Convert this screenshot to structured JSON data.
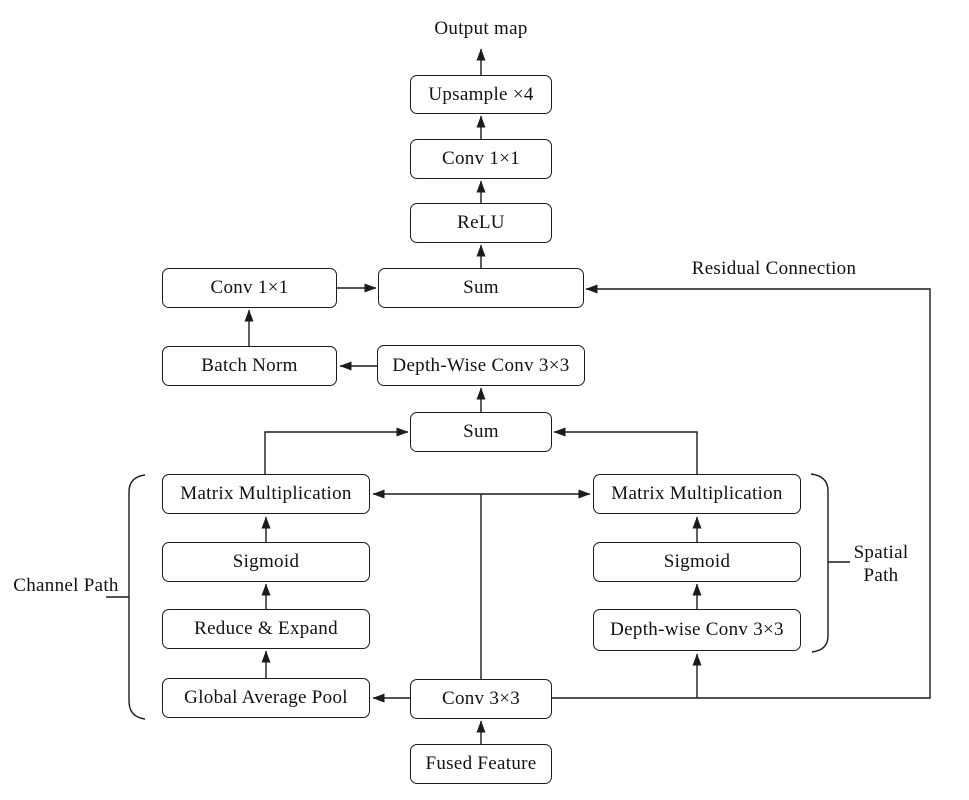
{
  "diagram": {
    "output_label": "Output map",
    "residual_label": "Residual Connection",
    "channel_path_label": "Channel Path",
    "spatial_path_label": "Spatial Path",
    "nodes": {
      "upsample": "Upsample ×4",
      "conv1x1_top": "Conv 1×1",
      "relu": "ReLU",
      "sum_top": "Sum",
      "conv1x1_left": "Conv 1×1",
      "batch_norm": "Batch Norm",
      "dw_conv_mid": "Depth-Wise Conv 3×3",
      "sum_mid": "Sum",
      "matmul_left": "Matrix Multiplication",
      "sigmoid_left": "Sigmoid",
      "reduce_expand": "Reduce & Expand",
      "global_avg_pool": "Global Average Pool",
      "matmul_right": "Matrix Multiplication",
      "sigmoid_right": "Sigmoid",
      "dw_conv_right": "Depth-wise Conv 3×3",
      "conv3x3": "Conv 3×3",
      "fused_feature": "Fused Feature"
    },
    "edges": [
      {
        "from": "fused_feature",
        "to": "conv3x3"
      },
      {
        "from": "conv3x3",
        "to": "global_avg_pool"
      },
      {
        "from": "global_avg_pool",
        "to": "reduce_expand"
      },
      {
        "from": "reduce_expand",
        "to": "sigmoid_left"
      },
      {
        "from": "sigmoid_left",
        "to": "matmul_left"
      },
      {
        "from": "conv3x3",
        "to": "matmul_left"
      },
      {
        "from": "conv3x3",
        "to": "matmul_right"
      },
      {
        "from": "conv3x3",
        "to": "dw_conv_right"
      },
      {
        "from": "dw_conv_right",
        "to": "sigmoid_right"
      },
      {
        "from": "sigmoid_right",
        "to": "matmul_right"
      },
      {
        "from": "matmul_left",
        "to": "sum_mid"
      },
      {
        "from": "matmul_right",
        "to": "sum_mid"
      },
      {
        "from": "sum_mid",
        "to": "dw_conv_mid"
      },
      {
        "from": "dw_conv_mid",
        "to": "batch_norm"
      },
      {
        "from": "batch_norm",
        "to": "conv1x1_left"
      },
      {
        "from": "conv1x1_left",
        "to": "sum_top"
      },
      {
        "from": "conv3x3",
        "to": "sum_top",
        "label": "Residual Connection"
      },
      {
        "from": "sum_top",
        "to": "relu"
      },
      {
        "from": "relu",
        "to": "conv1x1_top"
      },
      {
        "from": "conv1x1_top",
        "to": "upsample"
      },
      {
        "from": "upsample",
        "to": "output_map"
      }
    ],
    "colors": {
      "line": "#1b1b1b",
      "background": "#ffffff"
    }
  }
}
